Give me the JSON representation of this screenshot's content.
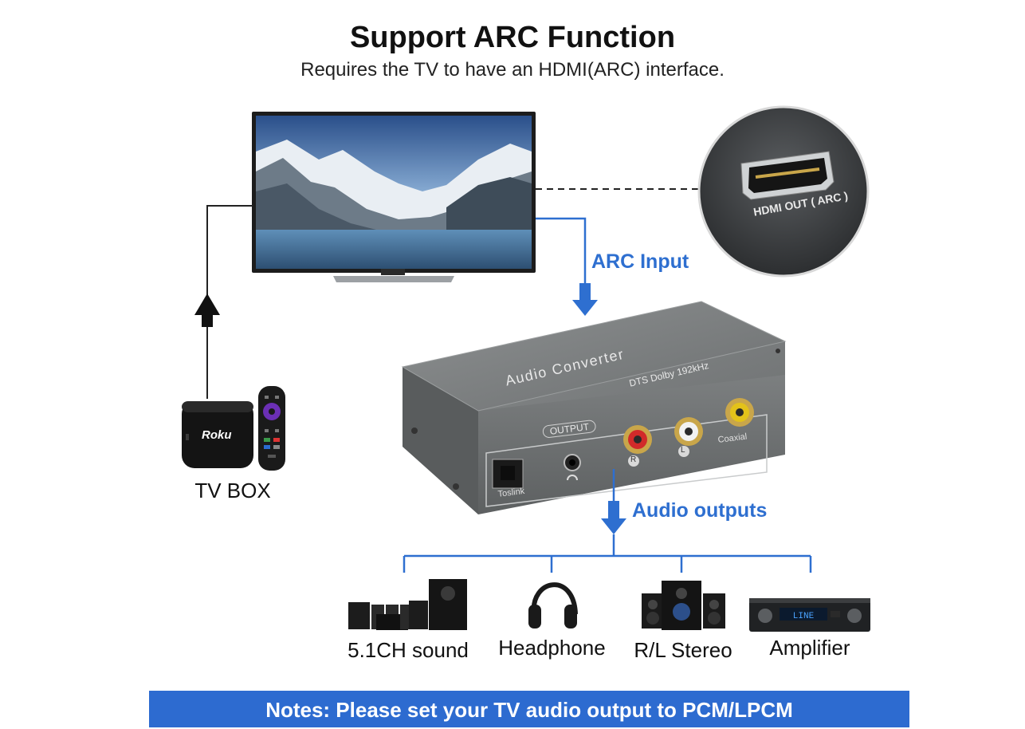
{
  "header": {
    "title": "Support ARC Function",
    "subtitle": "Requires the TV to have an HDMI(ARC) interface."
  },
  "hdmi_port": {
    "label": "HDMI OUT ( ARC )"
  },
  "arrows": {
    "arc_input": "ARC Input",
    "audio_outputs": "Audio outputs"
  },
  "tv_box": {
    "label": "TV BOX",
    "brand": "Roku"
  },
  "converter": {
    "name": "Audio Converter",
    "spec": "DTS Dolby 192kHz",
    "output_label": "OUTPUT",
    "ports": [
      "Toslink",
      "R",
      "L",
      "Coaxial"
    ]
  },
  "devices": [
    {
      "label": "5.1CH sound",
      "icon": "speaker-system-icon"
    },
    {
      "label": "Headphone",
      "icon": "headphone-icon"
    },
    {
      "label": "R/L Stereo",
      "icon": "stereo-speakers-icon"
    },
    {
      "label": "Amplifier",
      "icon": "amplifier-icon"
    }
  ],
  "amplifier_display": "LINE",
  "notes": "Notes: Please set your TV audio output to PCM/LPCM",
  "colors": {
    "accent": "#2e6fd0",
    "banner": "#2d6bd0",
    "device_body": "#7a7d7e"
  }
}
